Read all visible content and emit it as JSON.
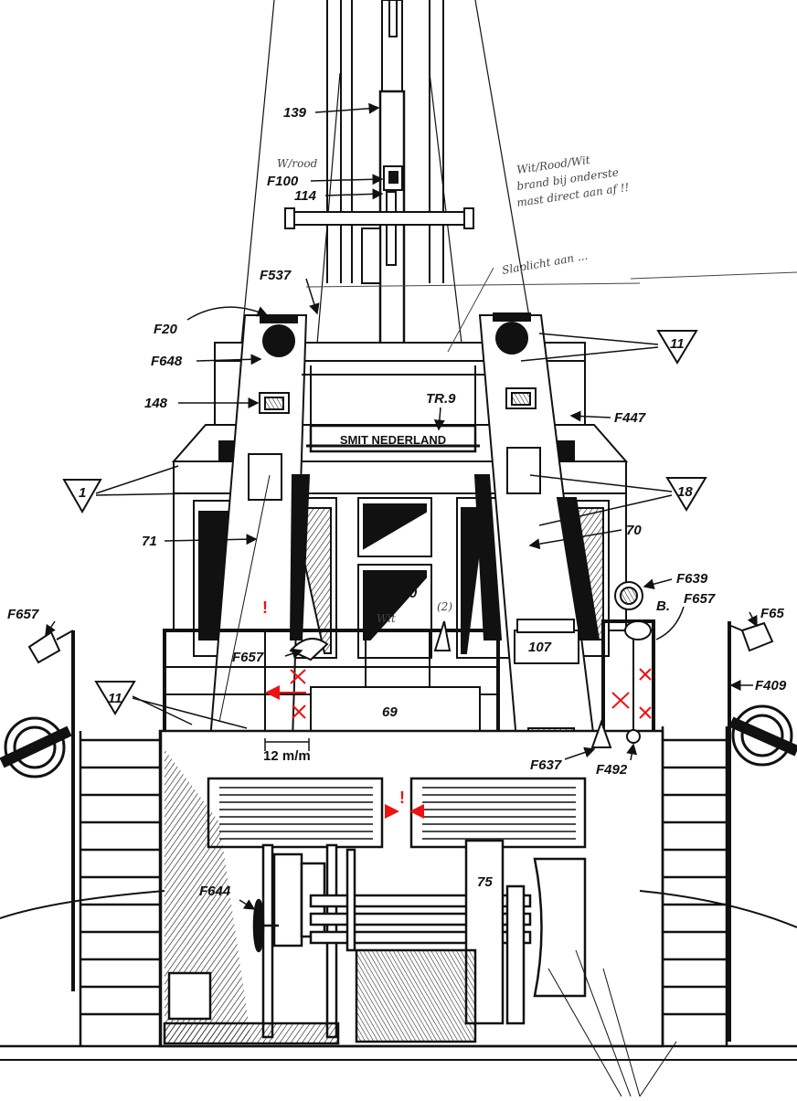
{
  "labels": {
    "l139": "139",
    "lF100top": "F100",
    "l114": "114",
    "lF537": "F537",
    "lF20": "F20",
    "lF648": "F648",
    "l148": "148",
    "lTR9": "TR.9",
    "lF447": "F447",
    "l11a": "11",
    "l1": "1",
    "l18": "18",
    "l71": "71",
    "l70": "70",
    "lF639": "F639",
    "lB": "B.",
    "lF657c": "F657",
    "lF657l": "F657",
    "lF657r": "F65",
    "lF100mid": "F100",
    "lF657m": "F657",
    "l107": "107",
    "l11b": "11",
    "lF409": "F409",
    "l69": "69",
    "l12mm": "12 m/m",
    "lF637": "F637",
    "lF492": "F492",
    "lF644": "F644",
    "l75": "75"
  },
  "sign": "SMIT NEDERLAND",
  "handwriting": {
    "note_top": "Wit/Rood/Wit",
    "note_mid": "brand bij onderste",
    "note_bot": "mast direct aan af !!",
    "spliced": "Slaplicht aan ...",
    "mast_note": "W/rood",
    "wit": "Wit",
    "two": "(2)"
  },
  "marks": {
    "excl_left": "!",
    "excl_center": "!"
  },
  "colors": {
    "ink": "#111111",
    "annotation": "#e11111",
    "pencil": "#444444"
  }
}
